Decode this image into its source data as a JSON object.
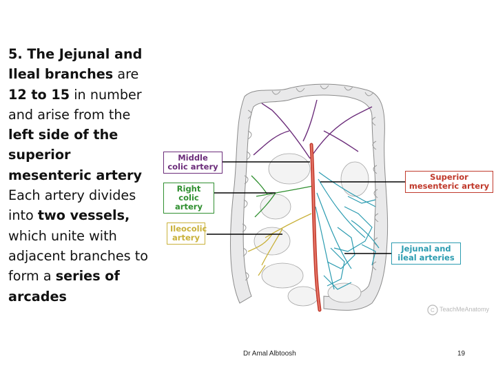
{
  "content": {
    "paragraph": [
      {
        "text": " 5. The Jejunal and Ileal branches",
        "bold": true
      },
      {
        "text": " are ",
        "bold": false
      },
      {
        "text": "12 to 15",
        "bold": true
      },
      {
        "text": " in number and arise from the ",
        "bold": false
      },
      {
        "text": "left side of the superior mesenteric artery",
        "bold": true
      },
      {
        "text": " Each artery divides into ",
        "bold": false
      },
      {
        "text": "two vessels,",
        "bold": true
      },
      {
        "text": " which unite with adjacent branches to form a ",
        "bold": false
      },
      {
        "text": "series of arcades",
        "bold": true
      }
    ]
  },
  "figure": {
    "labels": {
      "middle_colic": "Middle colic artery",
      "right_colic": "Right colic artery",
      "ileocolic": "Ileocolic artery",
      "sma": "Superior mesenteric artery",
      "jejunal": "Jejunal and ileal arteries"
    },
    "watermark": "TeachMeAnatomy",
    "colors": {
      "middle_colic": "#6b2c7a",
      "right_colic": "#2f8f2f",
      "ileocolic": "#c9b13a",
      "sma": "#c0392b",
      "jejunal": "#2a9bb0"
    }
  },
  "footer": {
    "author": "Dr Amal Albtoosh",
    "page": "19"
  }
}
